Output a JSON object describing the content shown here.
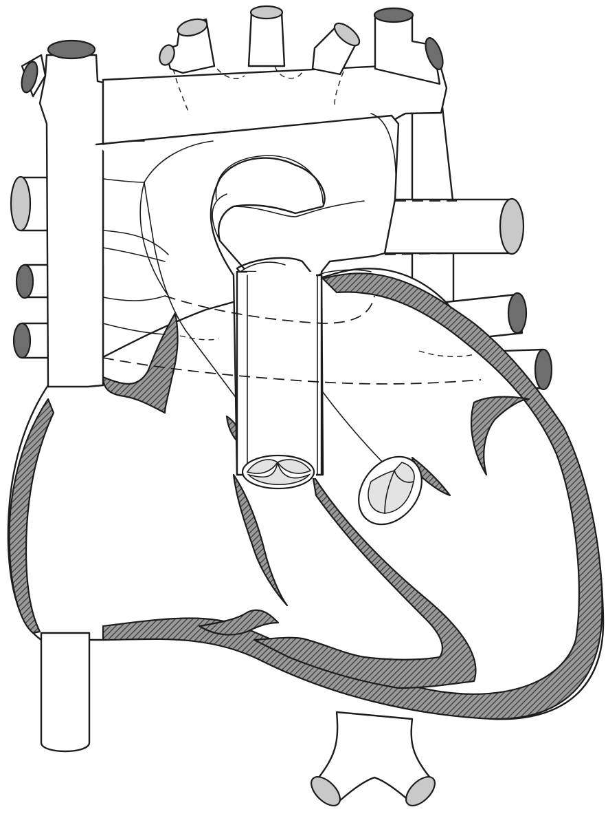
{
  "diagram": {
    "colors": {
      "background": "#ffffff",
      "outline": "#1c1c1c",
      "hatch_fill": "#6a6a6a",
      "vessel_cap_light": "#c9c9c9",
      "vessel_cap_dark": "#6e6e6e"
    },
    "parts": [
      "superior-vena-cava",
      "inferior-vena-cava",
      "aortic-arch",
      "brachiocephalic-trunk",
      "left-common-carotid-artery",
      "left-subclavian-artery",
      "right-pulmonary-arteries",
      "left-pulmonary-arteries",
      "right-pulmonary-veins",
      "left-pulmonary-veins",
      "right-atrium",
      "left-atrium",
      "right-ventricle",
      "left-ventricle",
      "pulmonary-valve",
      "aortic-valve",
      "descending-aorta"
    ]
  }
}
